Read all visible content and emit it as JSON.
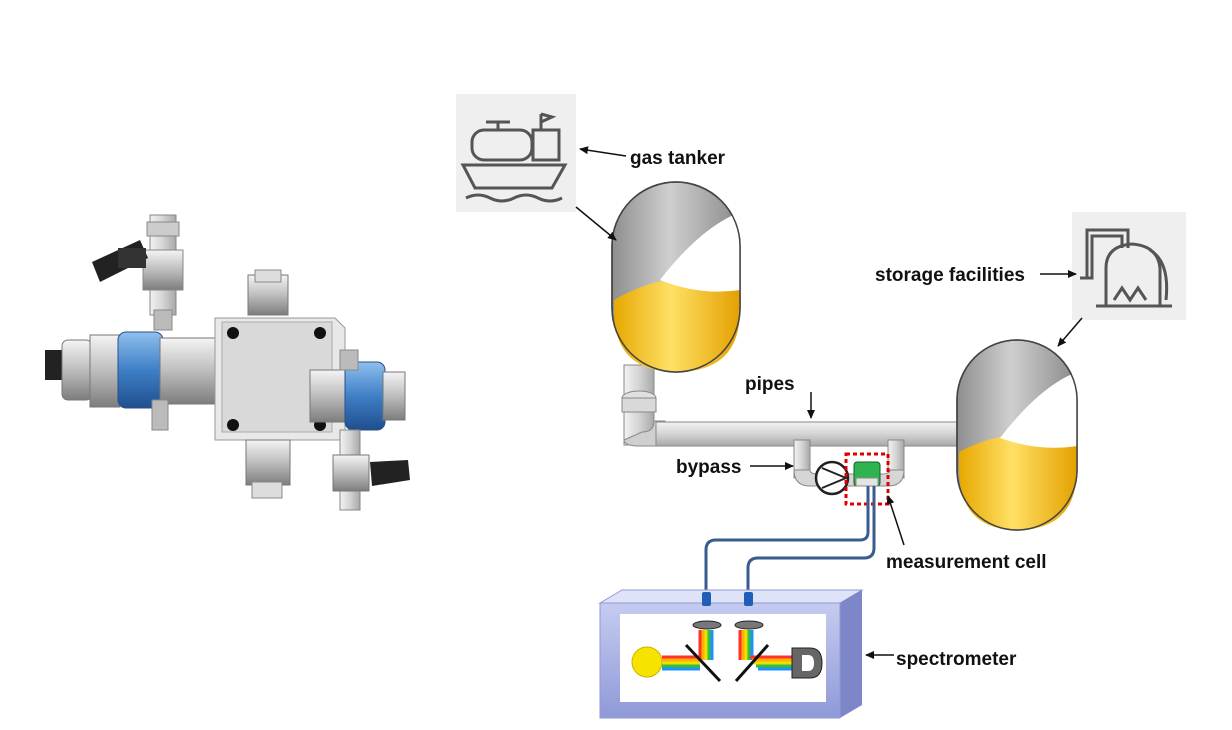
{
  "labels": {
    "gas_tanker": "gas tanker",
    "storage": "storage facilities",
    "pipes": "pipes",
    "bypass": "bypass",
    "measurement_cell": "measurement cell",
    "spectrometer": "spectrometer"
  },
  "icons": {
    "tanker": "ship-icon",
    "storage": "storage-tank-icon",
    "detector": "detector-icon",
    "pump": "pump-icon",
    "lamp": "light-source-icon"
  },
  "colors": {
    "liquid": "#f5c400",
    "tank_gray": "#a9a9a9",
    "fiber": "#3a5c8f",
    "cell_highlight": "#e00000",
    "cell_green": "#22aa44",
    "spectrometer_box": "#9ea8e0",
    "valve_blue": "#3f7fc6"
  }
}
